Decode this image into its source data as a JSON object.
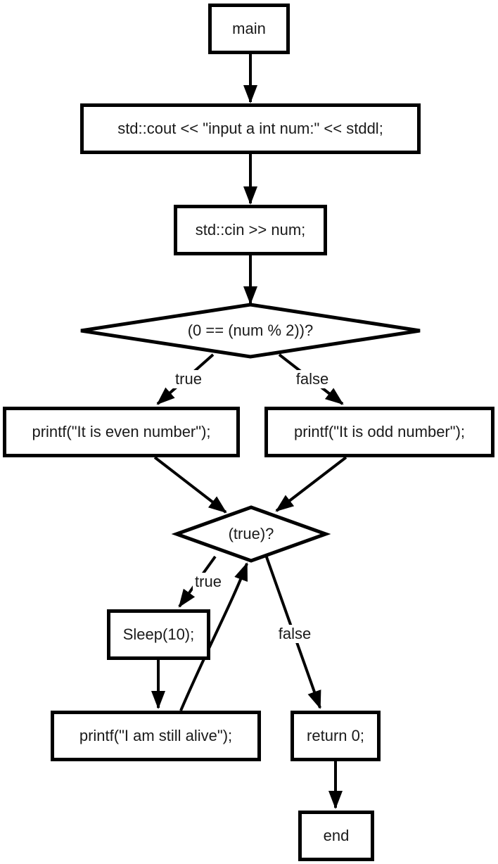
{
  "diagram": {
    "title": "flowchart",
    "colors": {
      "background": "#ffffff",
      "stroke": "#000000",
      "text": "#1a1a1a"
    },
    "nodes": {
      "main": {
        "type": "rect",
        "label": "main"
      },
      "cout": {
        "type": "rect",
        "label": "std::cout << \"input a int num:\" << stddl;"
      },
      "cin": {
        "type": "rect",
        "label": "std::cin >> num;"
      },
      "even_check": {
        "type": "diamond",
        "label": "(0 == (num % 2))?"
      },
      "print_even": {
        "type": "rect",
        "label": "printf(\"It is even number\");"
      },
      "print_odd": {
        "type": "rect",
        "label": "printf(\"It is odd number\");"
      },
      "loop_check": {
        "type": "diamond",
        "label": "(true)?"
      },
      "sleep": {
        "type": "rect",
        "label": "Sleep(10);"
      },
      "print_alive": {
        "type": "rect",
        "label": "printf(\"I am still alive\");"
      },
      "return_zero": {
        "type": "rect",
        "label": "return 0;"
      },
      "end": {
        "type": "rect",
        "label": "end"
      }
    },
    "edges": [
      {
        "from": "main",
        "to": "cout",
        "label": ""
      },
      {
        "from": "cout",
        "to": "cin",
        "label": ""
      },
      {
        "from": "cin",
        "to": "even_check",
        "label": ""
      },
      {
        "from": "even_check",
        "to": "print_even",
        "label": "true"
      },
      {
        "from": "even_check",
        "to": "print_odd",
        "label": "false"
      },
      {
        "from": "print_even",
        "to": "loop_check",
        "label": ""
      },
      {
        "from": "print_odd",
        "to": "loop_check",
        "label": ""
      },
      {
        "from": "loop_check",
        "to": "sleep",
        "label": "true"
      },
      {
        "from": "sleep",
        "to": "print_alive",
        "label": ""
      },
      {
        "from": "print_alive",
        "to": "loop_check",
        "label": ""
      },
      {
        "from": "loop_check",
        "to": "return_zero",
        "label": "false"
      },
      {
        "from": "return_zero",
        "to": "end",
        "label": ""
      }
    ],
    "edge_labels": {
      "even_true": "true",
      "even_false": "false",
      "loop_true": "true",
      "loop_false": "false"
    }
  }
}
